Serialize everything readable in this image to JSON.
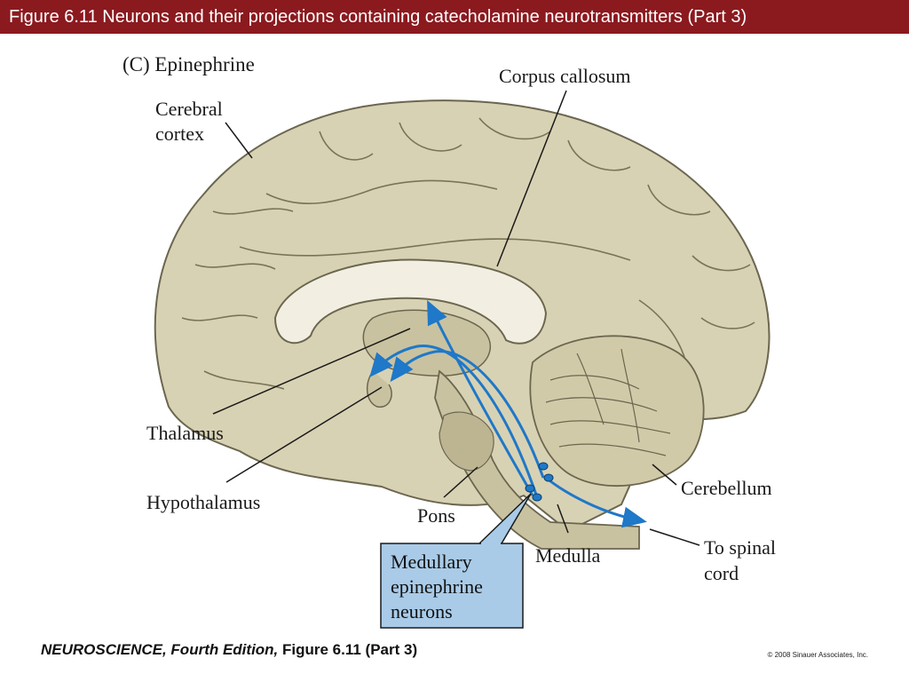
{
  "header": {
    "title": "Figure 6.11  Neurons and their projections containing catecholamine neurotransmitters (Part 3)"
  },
  "figure": {
    "panel_label": "(C)  Epinephrine",
    "labels": {
      "corpus_callosum": "Corpus callosum",
      "cerebral_cortex_line1": "Cerebral",
      "cerebral_cortex_line2": "cortex",
      "thalamus": "Thalamus",
      "hypothalamus": "Hypothalamus",
      "pons": "Pons",
      "medulla": "Medulla",
      "cerebellum": "Cerebellum",
      "spinal_cord_line1": "To spinal",
      "spinal_cord_line2": "cord"
    },
    "callout": {
      "line1": "Medullary",
      "line2": "epinephrine",
      "line3": "neurons"
    },
    "colors": {
      "brain_fill": "#d8d2b4",
      "brain_shade": "#bdb592",
      "pathway": "#1f78c8",
      "callout_fill": "#a9cbe8"
    }
  },
  "footer": {
    "book_title": "NEUROSCIENCE,",
    "edition": "Fourth Edition,",
    "figure_ref": "Figure 6.11 (Part 3)",
    "copyright": "© 2008 Sinauer Associates, Inc."
  }
}
